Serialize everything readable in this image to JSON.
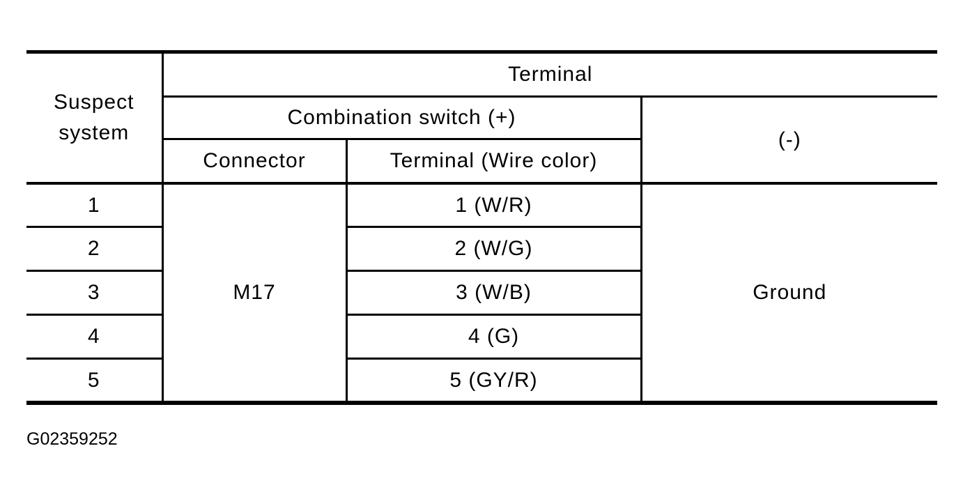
{
  "colors": {
    "background": "#ffffff",
    "line": "#000000",
    "text": "#000000"
  },
  "table": {
    "headers": {
      "suspect_system": "Suspect system",
      "terminal": "Terminal",
      "combination_switch": "Combination switch (+)",
      "connector": "Connector",
      "terminal_wire_color": "Terminal (Wire color)",
      "minus": "(-)"
    },
    "connector_value": "M17",
    "minus_value": "Ground",
    "rows": [
      {
        "suspect_system": "1",
        "terminal_wire": "1 (W/R)"
      },
      {
        "suspect_system": "2",
        "terminal_wire": "2 (W/G)"
      },
      {
        "suspect_system": "3",
        "terminal_wire": "3 (W/B)"
      },
      {
        "suspect_system": "4",
        "terminal_wire": "4 (G)"
      },
      {
        "suspect_system": "5",
        "terminal_wire": "5 (GY/R)"
      }
    ]
  },
  "figure_id": "G02359252"
}
